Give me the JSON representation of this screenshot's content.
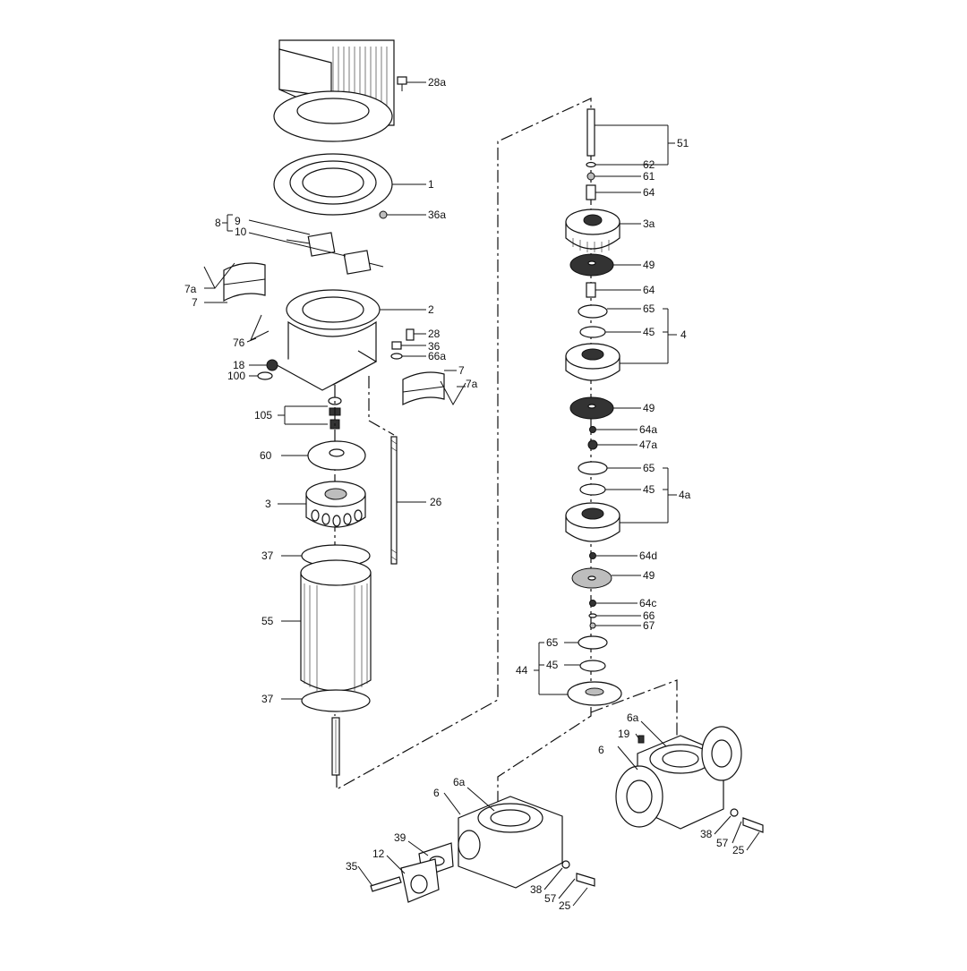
{
  "parts": {
    "p28a": "28a",
    "p1": "1",
    "p36a": "36a",
    "p8": "8",
    "p9": "9",
    "p10": "10",
    "p7a_left": "7a",
    "p7_left": "7",
    "p2": "2",
    "p76": "76",
    "p28": "28",
    "p36": "36",
    "p66a": "66a",
    "p18": "18",
    "p100": "100",
    "p7_right": "7",
    "p7a_right": "7a",
    "p105": "105",
    "p60": "60",
    "p3": "3",
    "p26": "26",
    "p37_top": "37",
    "p55": "55",
    "p37_bottom": "37",
    "p51": "51",
    "p62": "62",
    "p61": "61",
    "p64_top": "64",
    "p3a": "3a",
    "p49_a": "49",
    "p64_mid": "64",
    "p65_a": "65",
    "p45_a": "45",
    "p4": "4",
    "p49_b": "49",
    "p64a": "64a",
    "p47a": "47a",
    "p65_b": "65",
    "p45_b": "45",
    "p4a": "4a",
    "p64d": "64d",
    "p49_c": "49",
    "p64c": "64c",
    "p66": "66",
    "p67": "67",
    "p65_c": "65",
    "p44": "44",
    "p45_c": "45",
    "p6a_right": "6a",
    "p19": "19",
    "p6_right": "6",
    "p38_right": "38",
    "p57_right": "57",
    "p25_right": "25",
    "p6_left": "6",
    "p6a_left": "6a",
    "p39": "39",
    "p12": "12",
    "p35": "35",
    "p38_left": "38",
    "p57_left": "57",
    "p25_left": "25"
  }
}
